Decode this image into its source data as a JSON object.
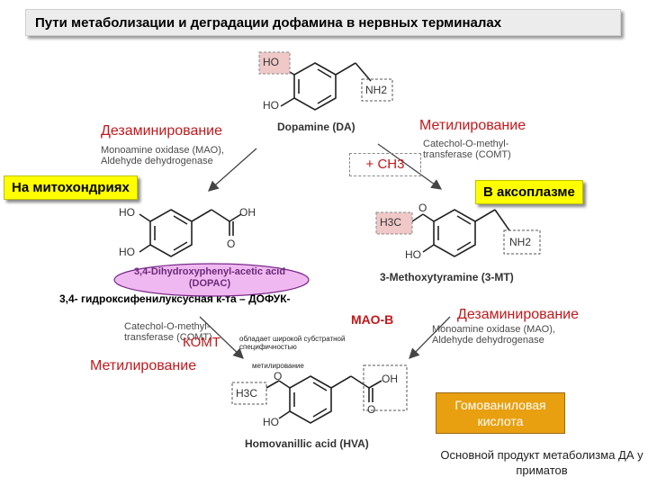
{
  "title": "Пути  метаболизации и деградации дофамина в нервных терминалах",
  "molecules": {
    "dopamine": {
      "name": "Dopamine (DA)",
      "ho1": "HO",
      "ho2": "HO",
      "nh2": "NH2"
    },
    "dopac": {
      "name": "3,4-Dihydroxyphenyl-acetic acid (DOPAC)",
      "ho1": "HO",
      "ho2": "HO",
      "oh": "OH",
      "o": "O"
    },
    "mt": {
      "name": "3-Methoxytyramine (3-MT)",
      "h3c": "H3C",
      "o": "O",
      "ho": "HO",
      "nh2": "NH2"
    },
    "hva": {
      "name": "Homovanillic acid (HVA)",
      "h3c": "H3C",
      "o": "O",
      "ho": "HO",
      "oh": "OH",
      "o2": "O"
    }
  },
  "labels": {
    "deam_left": "Дезаминирование",
    "methyl_right": "Метилирование",
    "mitochondria": "На митохондриях",
    "axoplasm": "В аксоплазме",
    "plus_ch3": "+ CH3",
    "dofuk": "3,4- гидроксифенилуксусная  к-та – ДОФУК-",
    "mao_b": "МАО-В",
    "deam_right": "Дезаминирование",
    "comt": "КОМТ",
    "methyl_left": "Метилирование",
    "substrate_note": "обладает широкой субстратной специфичностью",
    "methylation_small": "метилирование",
    "hva_ru": "Гомованиловая кислота",
    "main_product": "Основной продукт метаболизма ДА у приматов"
  },
  "enzymes": {
    "mao_top_left": "Monoamine oxidase (MAO), Aldehyde dehydrogenase",
    "comt_top_right": "Catechol-O-methyl-transferase (COMT)",
    "comt_bottom_left": "Catechol-O-methyl-transferase (COMT)",
    "mao_bottom_right": "Monoamine oxidase (MAO), Aldehyde dehydrogenase"
  },
  "colors": {
    "accent_red": "#c2181b",
    "yellow": "#ffff00",
    "pink": "#e06060",
    "ellipse": "#f0b8f0",
    "hva_box": "#e8a010"
  }
}
